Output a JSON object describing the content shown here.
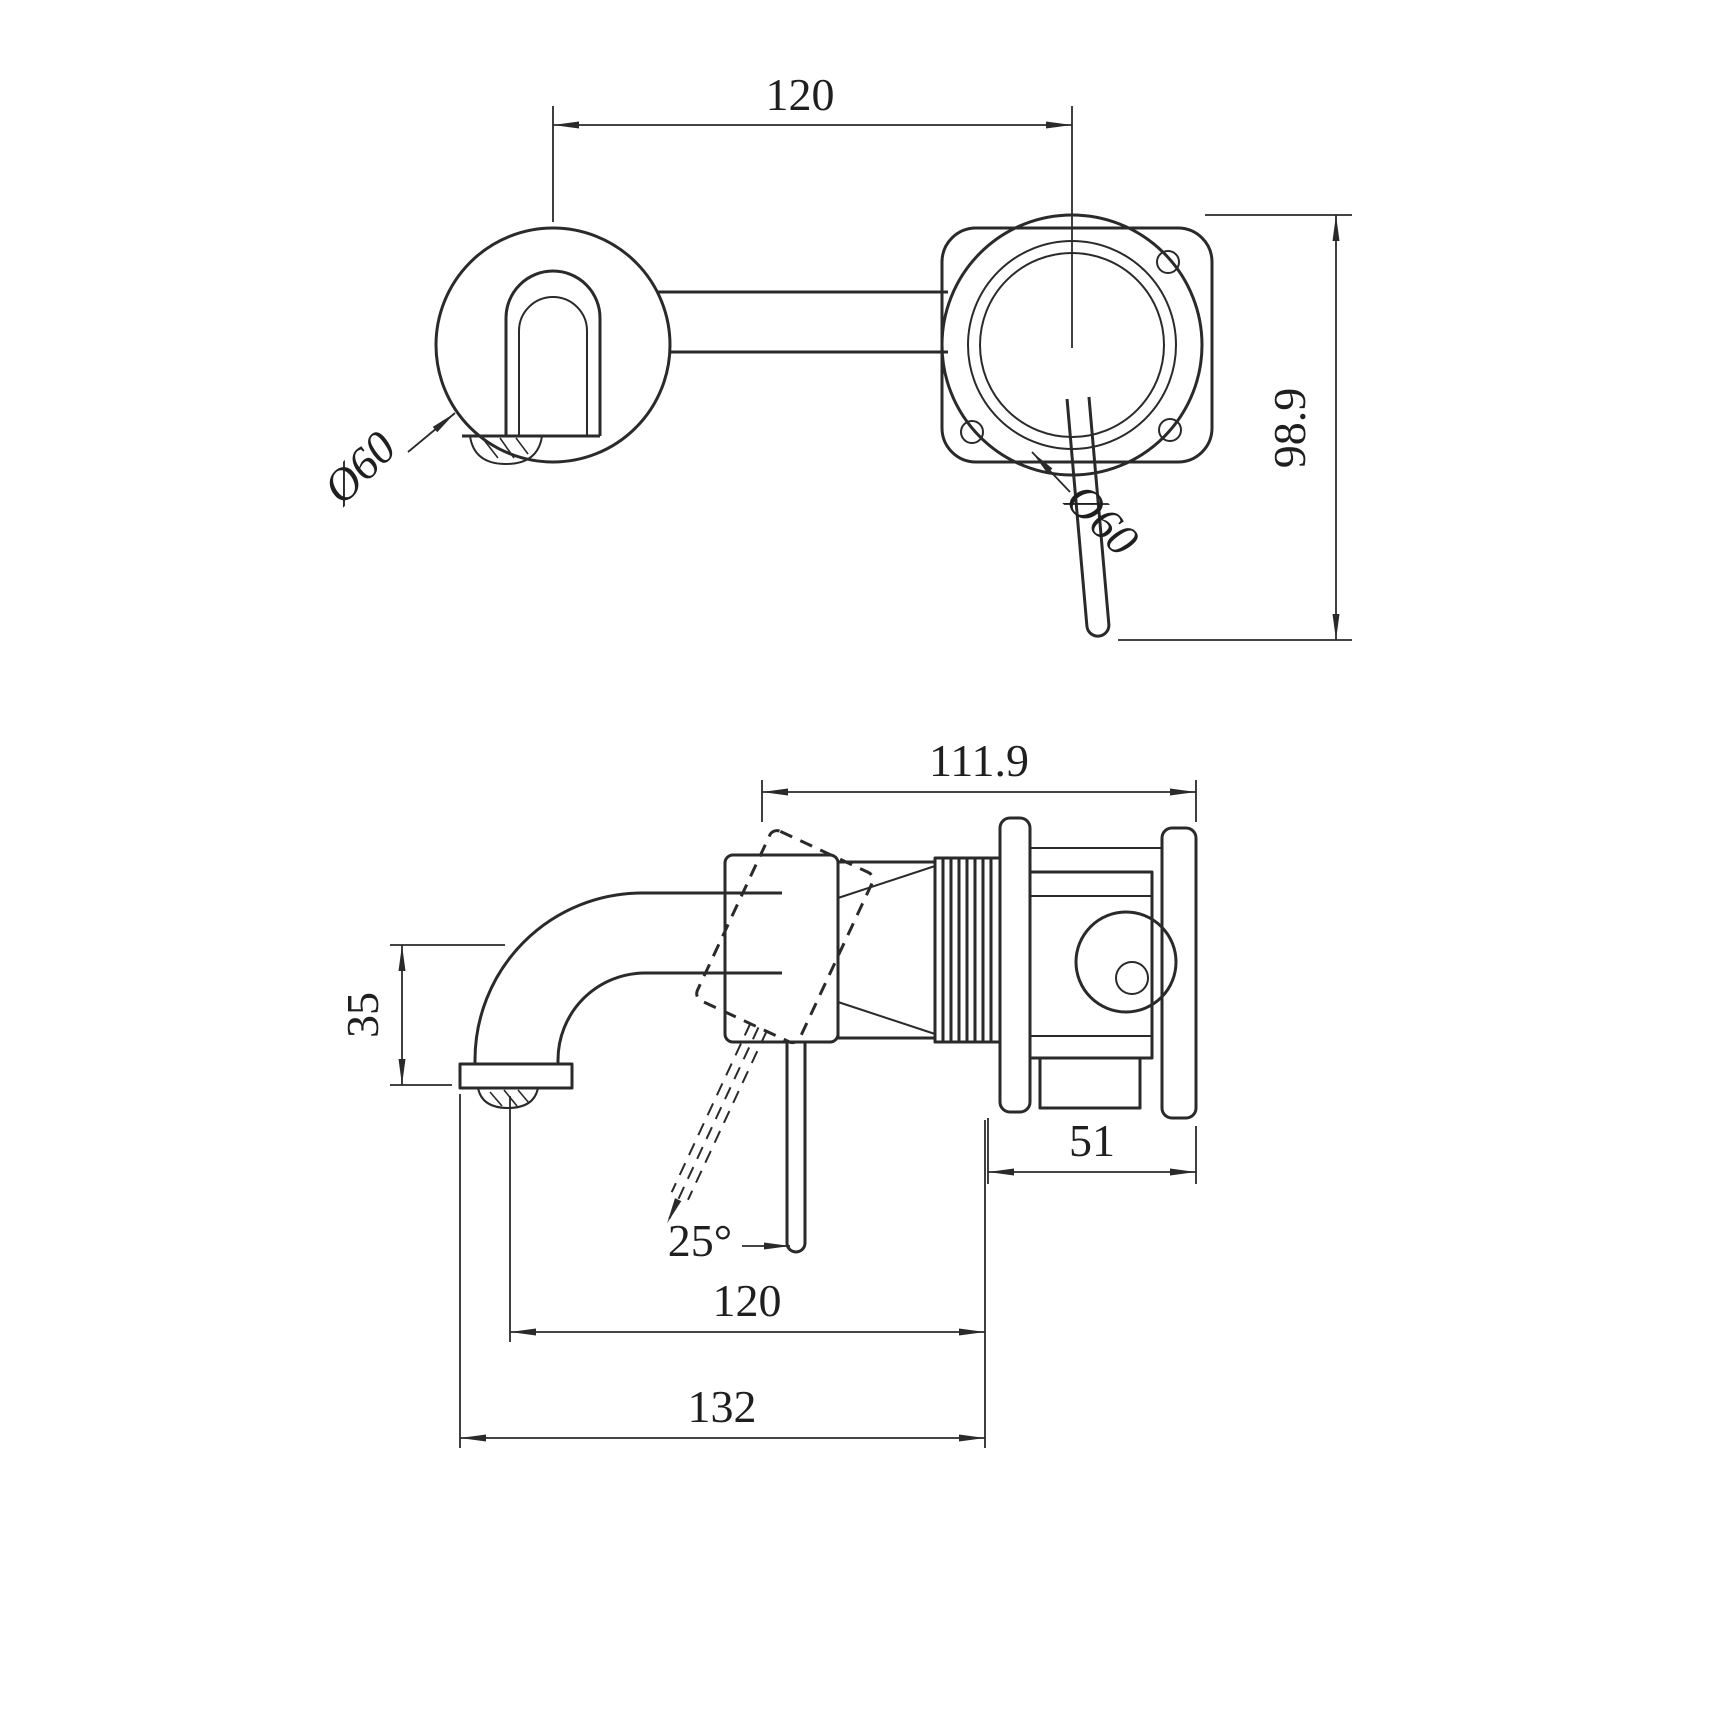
{
  "page": {
    "background": "#ffffff",
    "line_color": "#2a2a2a"
  },
  "front_view": {
    "dims": {
      "center_distance": "120",
      "overall_height": "98.9",
      "spout_flange_diameter": "Ø60",
      "mixer_flange_diameter": "Ø60"
    }
  },
  "side_view": {
    "dims": {
      "body_length": "111.9",
      "spout_drop": "35",
      "wall_section_depth": "51",
      "handle_swing_angle": "25°",
      "spout_reach_center": "120",
      "overall_reach": "132"
    }
  }
}
